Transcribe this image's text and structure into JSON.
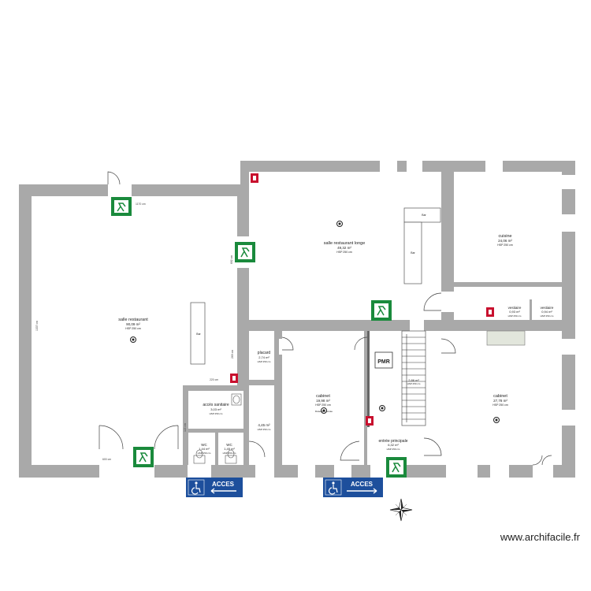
{
  "rooms": {
    "salle_restaurant": {
      "name": "salle restaurant",
      "area": "90,09 m²",
      "hsp": "HSP 250 cm"
    },
    "salle_longe": {
      "name": "salle restaurant longe",
      "area": "49,32 m²",
      "hsp": "HSP 250 cm"
    },
    "cuisine": {
      "name": "cuisine",
      "area": "24,06 m²",
      "hsp": "HSP 250 cm"
    },
    "vestiaire1": {
      "name": "vestiaire",
      "area": "0,93 m²",
      "hsp": "HSP 250 cm"
    },
    "vestiaire2": {
      "name": "vestiaire",
      "area": "0,94 m²",
      "hsp": "HSP 250 cm"
    },
    "placard": {
      "name": "placard",
      "area": "2,74 m²",
      "hsp": "HSP 250 cm"
    },
    "acces_sanitaire": {
      "name": "accès sanitaire",
      "area": "3,03 m²",
      "hsp": "HSP 250 cm"
    },
    "wc1": {
      "name": "WC",
      "area": "1,44 m²",
      "hsp": "HSP 250 cm"
    },
    "wc2": {
      "name": "WC",
      "area": "1,45 m²",
      "hsp": "HSP 250 cm"
    },
    "unnamed": {
      "area": "4,45 m²",
      "hsp": "HSP 250 cm"
    },
    "cabinet1": {
      "name": "cabinet",
      "area": "19,98 m²",
      "hsp": "HSP 250 cm"
    },
    "stair_room": {
      "area": "2,86 m²",
      "hsp": "HSP 250 cm"
    },
    "entree": {
      "name": "entrée principale",
      "area": "6,32 m²",
      "hsp": "HSP 250 cm"
    },
    "cabinet2": {
      "name": "cabinet",
      "area": "27,78 m²",
      "hsp": "HSP 250 cm"
    }
  },
  "labels": {
    "bar1": "Bar",
    "bar2": "Bar",
    "bar3": "Bar",
    "detecteur": "Détecteur fumée",
    "pmr": "PMR"
  },
  "access_signs": {
    "left": "ACCES",
    "right": "ACCES"
  },
  "dimensions": {
    "d1": "1170 cm",
    "d2": "1337 cm",
    "d3": "600 cm",
    "d4": "692 cm",
    "d5": "269 cm",
    "d6": "220 cm",
    "d7": "113 cm"
  },
  "watermark": "www.archifacile.fr",
  "colors": {
    "wall": "#a9a9a9",
    "exit_sign": "#1a8a3c",
    "access_blue": "#1d4f9c",
    "fire_red": "#c8102e"
  }
}
